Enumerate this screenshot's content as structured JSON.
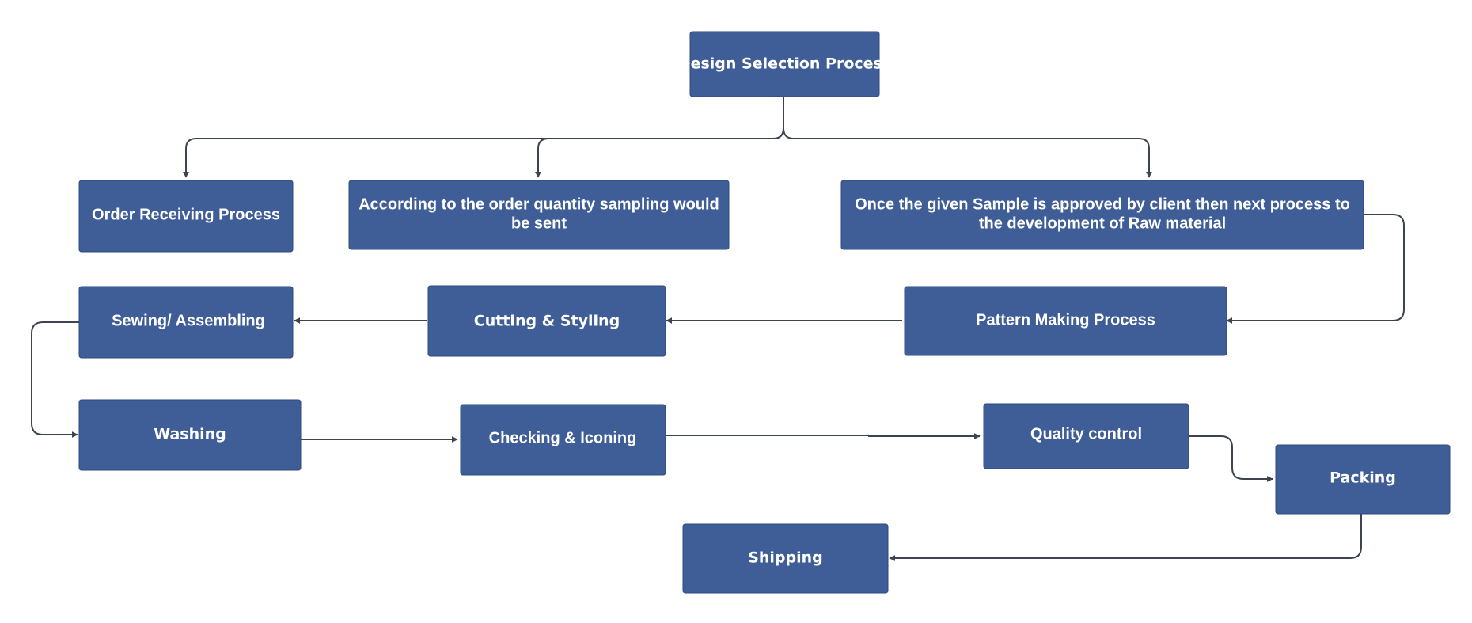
{
  "diagram": {
    "node_fill": "#3f5d96",
    "edge_color": "#3d4450",
    "nodes": {
      "design_selection": {
        "label": "Design Selection Process"
      },
      "order_receiving": {
        "label": "Order Receiving Process"
      },
      "sampling": {
        "lines": [
          "According to the order quantity sampling would",
          "be sent"
        ]
      },
      "sample_approved": {
        "lines": [
          "Once the given Sample is approved by client  then next process to",
          "the development of Raw material"
        ]
      },
      "pattern_making": {
        "label": "Pattern Making Process"
      },
      "cutting_styling": {
        "label": "Cutting & Styling"
      },
      "sewing_assembling": {
        "label": "Sewing/ Assembling"
      },
      "washing": {
        "label": "Washing"
      },
      "checking_ironing": {
        "label": "Checking & Iconing"
      },
      "quality_control": {
        "label": "Quality control"
      },
      "packing": {
        "label": "Packing"
      },
      "shipping": {
        "label": "Shipping"
      }
    },
    "edges": [
      {
        "from": "Design Selection Process",
        "to": "Order Receiving Process"
      },
      {
        "from": "Design Selection Process",
        "to": "According to the order quantity sampling would be sent"
      },
      {
        "from": "Design Selection Process",
        "to": "Once the given Sample is approved by client  then next process to the development of Raw material"
      },
      {
        "from": "Once the given Sample is approved by client  then next process to the development of Raw material",
        "to": "Pattern Making Process"
      },
      {
        "from": "Pattern Making Process",
        "to": "Cutting & Styling"
      },
      {
        "from": "Cutting & Styling",
        "to": "Sewing/ Assembling"
      },
      {
        "from": "Sewing/ Assembling",
        "to": "Washing"
      },
      {
        "from": "Washing",
        "to": "Checking & Iconing"
      },
      {
        "from": "Checking & Iconing",
        "to": "Quality control"
      },
      {
        "from": "Quality control",
        "to": "Packing"
      },
      {
        "from": "Packing",
        "to": "Shipping"
      }
    ]
  }
}
